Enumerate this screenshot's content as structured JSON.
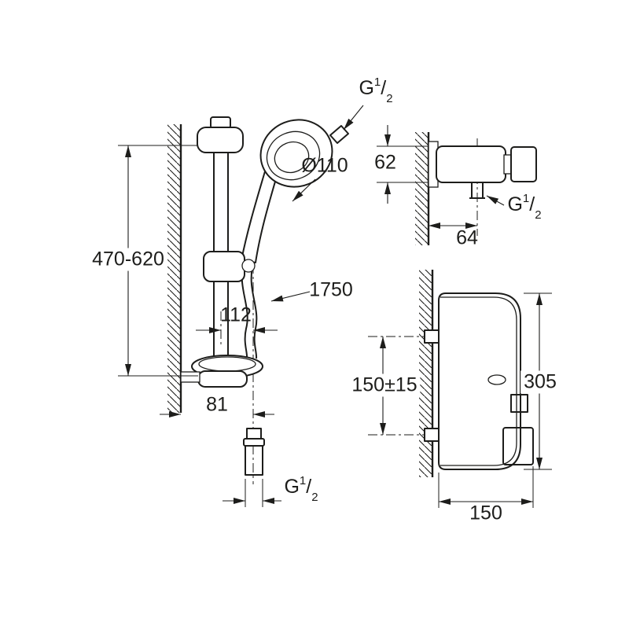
{
  "labels": {
    "thread": {
      "prefix": "G",
      "numerator": "1",
      "slash": "/",
      "denominator": "2"
    },
    "shower_rail": {
      "height_range": "470-620",
      "head_diameter": "Ø110",
      "hose_length": "1750",
      "hose_offset": "112",
      "wall_offset": "81"
    },
    "thermostat_side": {
      "body_height": "62",
      "outlet_offset": "64"
    },
    "thermostat_front": {
      "inlet_spacing": "150±15",
      "body_height": "305",
      "body_width": "150"
    }
  },
  "colors": {
    "line": "#1d1d1b",
    "background": "#ffffff"
  }
}
